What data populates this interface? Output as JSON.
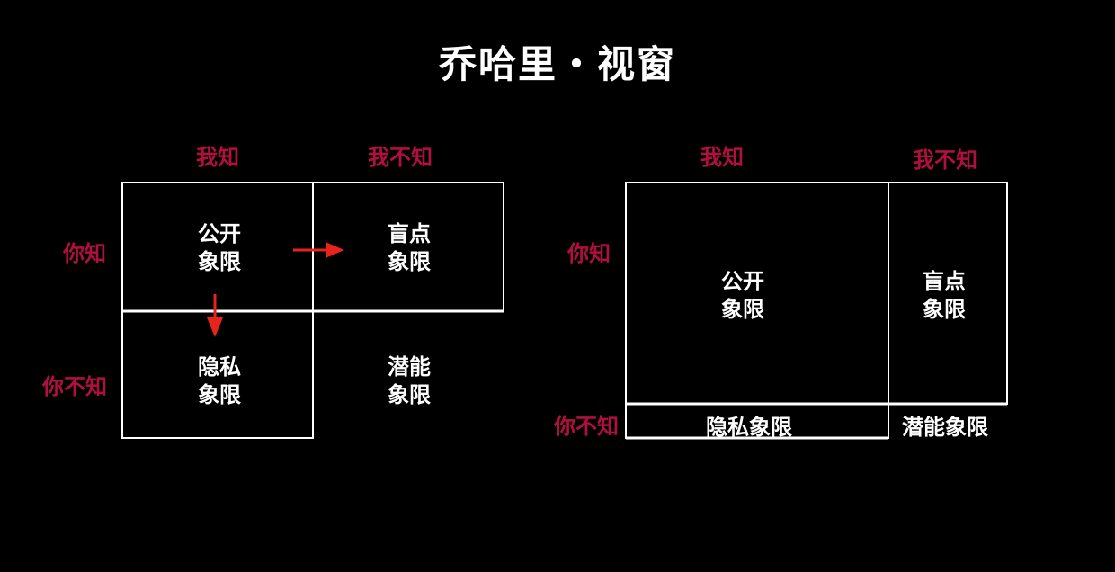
{
  "title": "乔哈里・视窗",
  "left_diagram": {
    "col_headers": [
      "我知",
      "我不知"
    ],
    "row_headers": [
      "你知",
      "你不知"
    ],
    "quadrants": {
      "open": "公开\n象限",
      "blind": "盲点\n象限",
      "hidden": "隐私\n象限",
      "unknown": "潜能\n象限"
    }
  },
  "right_diagram": {
    "col_headers": [
      "我知",
      "我不知"
    ],
    "row_headers": [
      "你知",
      "你不知"
    ],
    "quadrants": {
      "open": "公开\n象限",
      "blind": "盲点\n象限",
      "hidden": "隐私象限",
      "unknown": "潜能象限"
    }
  },
  "colors": {
    "background": "#000000",
    "header_text": "#b0103e",
    "quadrant_text": "#ffffff",
    "lines": "#ffffff",
    "arrow": "#e8231d"
  }
}
